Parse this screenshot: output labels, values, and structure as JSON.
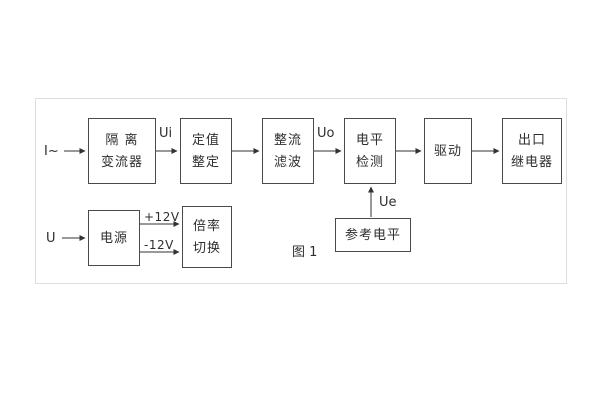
{
  "figure_caption": "图 1",
  "labels": {
    "input_current": "I~",
    "input_voltage": "U",
    "ui": "Ui",
    "uo": "Uo",
    "ue": "Ue",
    "plus_12v": "+12V",
    "minus_12v": "-12V"
  },
  "blocks": {
    "isolation": {
      "line1": "隔 离",
      "line2": "变流器"
    },
    "setting": {
      "line1": "定值",
      "line2": "整定"
    },
    "rectify_filter": {
      "line1": "整流",
      "line2": "滤波"
    },
    "level_detect": {
      "line1": "电平",
      "line2": "检测"
    },
    "drive": {
      "line1": "驱动"
    },
    "output_relay": {
      "line1": "出口",
      "line2": "继电器"
    },
    "power": {
      "line1": "电源"
    },
    "ratio_switch": {
      "line1": "倍率",
      "line2": "切换"
    },
    "reference_level": {
      "line1": "参考电平"
    }
  },
  "colors": {
    "line": "#333333",
    "box_border": "#4a4a4a",
    "frame": "#dedede"
  }
}
